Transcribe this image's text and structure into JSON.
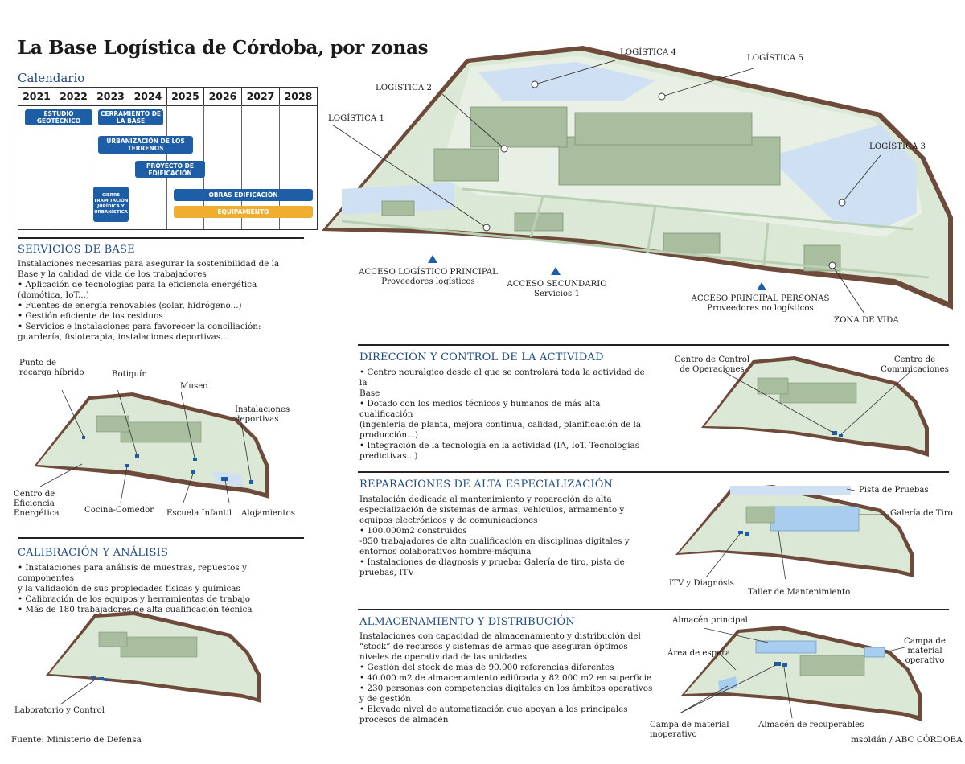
{
  "title": "La Base Logística de Córdoba, por zonas",
  "calendar": {
    "title": "Calendario",
    "years": [
      "2021",
      "2022",
      "2023",
      "2024",
      "2025",
      "2026",
      "2027",
      "2028"
    ],
    "bars": [
      {
        "label": "ESTUDIO GEOTÉCNICO",
        "color": "#1d5ea6"
      },
      {
        "label": "CERRAMIENTO DE LA BASE",
        "color": "#1d5ea6"
      },
      {
        "label": "URBANIZACIÓN DE LOS TERRENOS",
        "color": "#1d5ea6"
      },
      {
        "label": "PROYECTO DE EDIFICACIÓN",
        "color": "#1d5ea6"
      },
      {
        "label": "CIERRE TRAMITACIÓN JURÍDICA Y URBANÍSTICA",
        "color": "#1d5ea6"
      },
      {
        "label": "OBRAS EDIFICACIÓN",
        "color": "#1d5ea6"
      },
      {
        "label": "EQUIPAMIENTO",
        "color": "#f0ad30"
      }
    ]
  },
  "main_map": {
    "labels": {
      "log1": "LOGÍSTICA 1",
      "log2": "LOGÍSTICA 2",
      "log3": "LOGÍSTICA 3",
      "log4": "LOGÍSTICA 4",
      "log5": "LOGÍSTICA 5",
      "zona_vida": "ZONA DE VIDA"
    },
    "accesses": [
      {
        "name": "ACCESO LOGÍSTICO PRINCIPAL",
        "sub": "Proveedores logísticos"
      },
      {
        "name": "ACCESO SECUNDARIO",
        "sub": "Servicios 1"
      },
      {
        "name": "ACCESO PRINCIPAL PERSONAS",
        "sub": "Proveedores no logísticos"
      }
    ]
  },
  "servicios": {
    "title": "SERVICIOS DE BASE",
    "lines": [
      "Instalaciones necesarias para asegurar la sostenibilidad de la",
      "Base y la calidad de vida de los trabajadores",
      "• Aplicación de tecnologías para la eficiencia energética",
      "(domótica, IoT...)",
      "• Fuentes de energía renovables (solar, hidrógeno...)",
      "• Gestión eficiente de los residuos",
      "• Servicios e instalaciones para favorecer la conciliación:",
      "guardería, fisioterapia, instalaciones deportivas..."
    ],
    "map_labels": {
      "punto_recarga": [
        "Punto de",
        "recarga híbrido"
      ],
      "botiquin": "Botiquín",
      "museo": "Museo",
      "instalaciones": [
        "Instalaciones",
        "deportivas"
      ],
      "centro_eficiencia": [
        "Centro de",
        "Eficiencia",
        "Energética"
      ],
      "cocina": "Cocina-Comedor",
      "escuela": "Escuela Infantil",
      "alojamientos": "Alojamientos"
    }
  },
  "calibracion": {
    "title": "CALIBRACIÓN Y ANÁLISIS",
    "lines": [
      "• Instalaciones para análisis de muestras, repuestos y componentes",
      "y la validación de sus propiedades físicas y químicas",
      "• Calibración de los equipos y herramientas de trabajo",
      "• Más de 180 trabajadores de alta cualificación técnica"
    ],
    "map_labels": {
      "lab": "Laboratorio y Control"
    }
  },
  "direccion": {
    "title": "DIRECCIÓN Y CONTROL DE LA ACTIVIDAD",
    "lines": [
      "• Centro neurálgico desde el que se controlará toda la actividad de la",
      "Base",
      "• Dotado con los medios técnicos y humanos de más alta cualificación",
      "(ingeniería de planta, mejora continua, calidad, planificación de la",
      "producción...)",
      "• Integración de la tecnología en la actividad (IA, IoT, Tecnologías",
      "predictivas...)"
    ],
    "map_labels": {
      "cco": [
        "Centro de Control",
        "de Operaciones"
      ],
      "cc": [
        "Centro de",
        "Comunicaciones"
      ]
    }
  },
  "reparaciones": {
    "title": "REPARACIONES DE ALTA ESPECIALIZACIÓN",
    "lines": [
      "Instalación dedicada al mantenimiento y reparación de alta",
      "especialización de sistemas de armas, vehículos, armamento y",
      "equipos electrónicos y de comunicaciones",
      "• 100.000m2 construidos",
      "-850 trabajadores de alta cualificación en disciplinas digitales y",
      "entornos colaborativos hombre-máquina",
      "• Instalaciones de diagnosis y prueba: Galería de tiro, pista de",
      "pruebas, ITV"
    ],
    "map_labels": {
      "pista": "Pista de Pruebas",
      "galeria": "Galería de Tiro",
      "itv": "ITV y Diagnósis",
      "taller": "Taller de Mantenimiento"
    }
  },
  "almacenamiento": {
    "title": "ALMACENAMIENTO Y DISTRIBUCIÓN",
    "lines": [
      "Instalaciones con capacidad de almacenamiento y distribución del",
      "“stock” de recursos y sistemas de armas que aseguran óptimos",
      "niveles de operatividad de las unidades.",
      "• Gestión del stock de más de 90.000 referencias diferentes",
      "• 40.000 m2 de almacenamiento edificada y 82.000 m2 en superficie",
      "• 230 personas con competencias digitales en los ámbitos operativos",
      "y de gestión",
      "• Elevado nivel de automatización que apoyan a los principales",
      "procesos de almacén"
    ],
    "map_labels": {
      "principal": "Almacén principal",
      "espera": "Área de espera",
      "operativo": [
        "Campa de",
        "material",
        "operativo"
      ],
      "inoperativo": [
        "Campa de material",
        "inoperativo"
      ],
      "recuperables": "Almacén de recuperables"
    }
  },
  "footer": {
    "source": "Fuente:  Ministerio de Defensa",
    "credit": "msoldán / ABC CÓRDOBA"
  },
  "colors": {
    "accent": "#1b4a85",
    "bar": "#1d5ea6",
    "orange": "#f0ad30",
    "ground": "#d7e6d3",
    "water": "#cfe0f2",
    "building": "#a9bd9f"
  }
}
